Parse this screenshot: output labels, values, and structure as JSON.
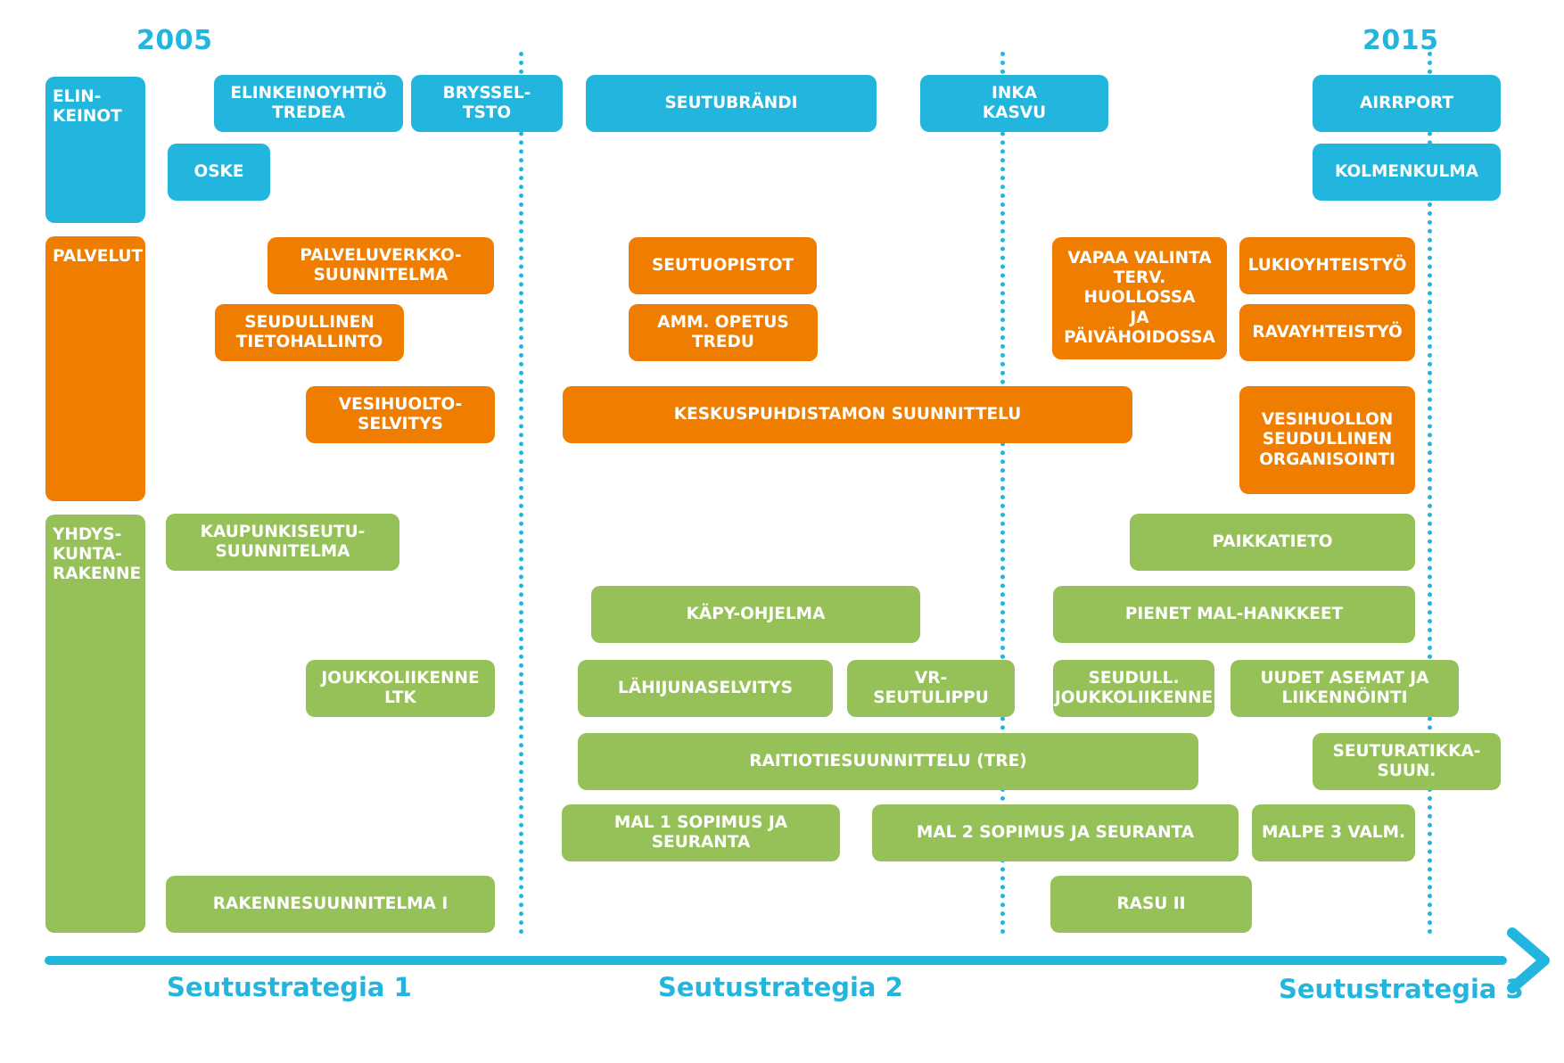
{
  "years": {
    "start": "2005",
    "end": "2015"
  },
  "categories": {
    "elinkeinot": "ELIN-\nKEINOT",
    "palvelut": "PALVELUT",
    "yhdyskunta": "YHDYS-\nKUNTA-\nRAKENNE"
  },
  "boxes": {
    "elinkeinoyhtio": "ELINKEINOYHTIÖ\nTREDEA",
    "bryssel": "BRYSSEL-\nTSTO",
    "seutubrandi": "SEUTUBRÄNDI",
    "inka": "INKA\nKASVU",
    "airrport": "AIRRPORT",
    "oske": "OSKE",
    "kolmenkulma": "KOLMENKULMA",
    "palveluverkko": "PALVELUVERKKO-\nSUUNNITELMA",
    "seutuopistot": "SEUTUOPISTOT",
    "vapaa_valinta": "VAPAA VALINTA\nTERV. HUOLLOSSA\nJA PÄIVÄHOIDOSSA",
    "lukioyhteistyo": "LUKIOYHTEISTYÖ",
    "seudullinen_tietohallinto": "SEUDULLINEN\nTIETOHALLINTO",
    "amm_opetus": "AMM. OPETUS\nTREDU",
    "ravayhteistyo": "RAVAYHTEISTYÖ",
    "vesihuoltoselvitys": "VESIHUOLTO-\nSELVITYS",
    "keskuspuhdistamo": "KESKUSPUHDISTAMON SUUNNITTELU",
    "vesihuollon_org": "VESIHUOLLON\nSEUDULLINEN\nORGANISOINTI",
    "kaupunkiseutu": "KAUPUNKISEUTU-\nSUUNNITELMA",
    "paikkatieto": "PAIKKATIETO",
    "kapy": "KÄPY-OHJELMA",
    "pienet_mal": "PIENET MAL-HANKKEET",
    "joukkoliikenne_ltk": "JOUKKOLIIKENNE\nLTK",
    "lahijuna": "LÄHIJUNASELVITYS",
    "vr_seutulippu": "VR-\nSEUTULIPPU",
    "seudull_joukkoliikenne": "SEUDULL.\nJOUKKOLIIKENNE",
    "uudet_asemat": "UUDET ASEMAT JA\nLIIKENNÖINTI",
    "raitiotie": "RAITIOTIESUUNNITTELU (TRE)",
    "seuturatikka": "SEUTURATIKKA-\nSUUN.",
    "mal1": "MAL 1 SOPIMUS JA SEURANTA",
    "mal2": "MAL 2 SOPIMUS JA SEURANTA",
    "malpe3": "MALPE 3 VALM.",
    "rakennesuunnitelma": "RAKENNESUUNNITELMA I",
    "rasu2": "RASU II"
  },
  "strategies": [
    "Seutustrategia 1",
    "Seutustrategia 2",
    "Seutustrategia 3"
  ],
  "colors": {
    "blue": "#22b5de",
    "orange": "#ef7d00",
    "green": "#95c158"
  }
}
